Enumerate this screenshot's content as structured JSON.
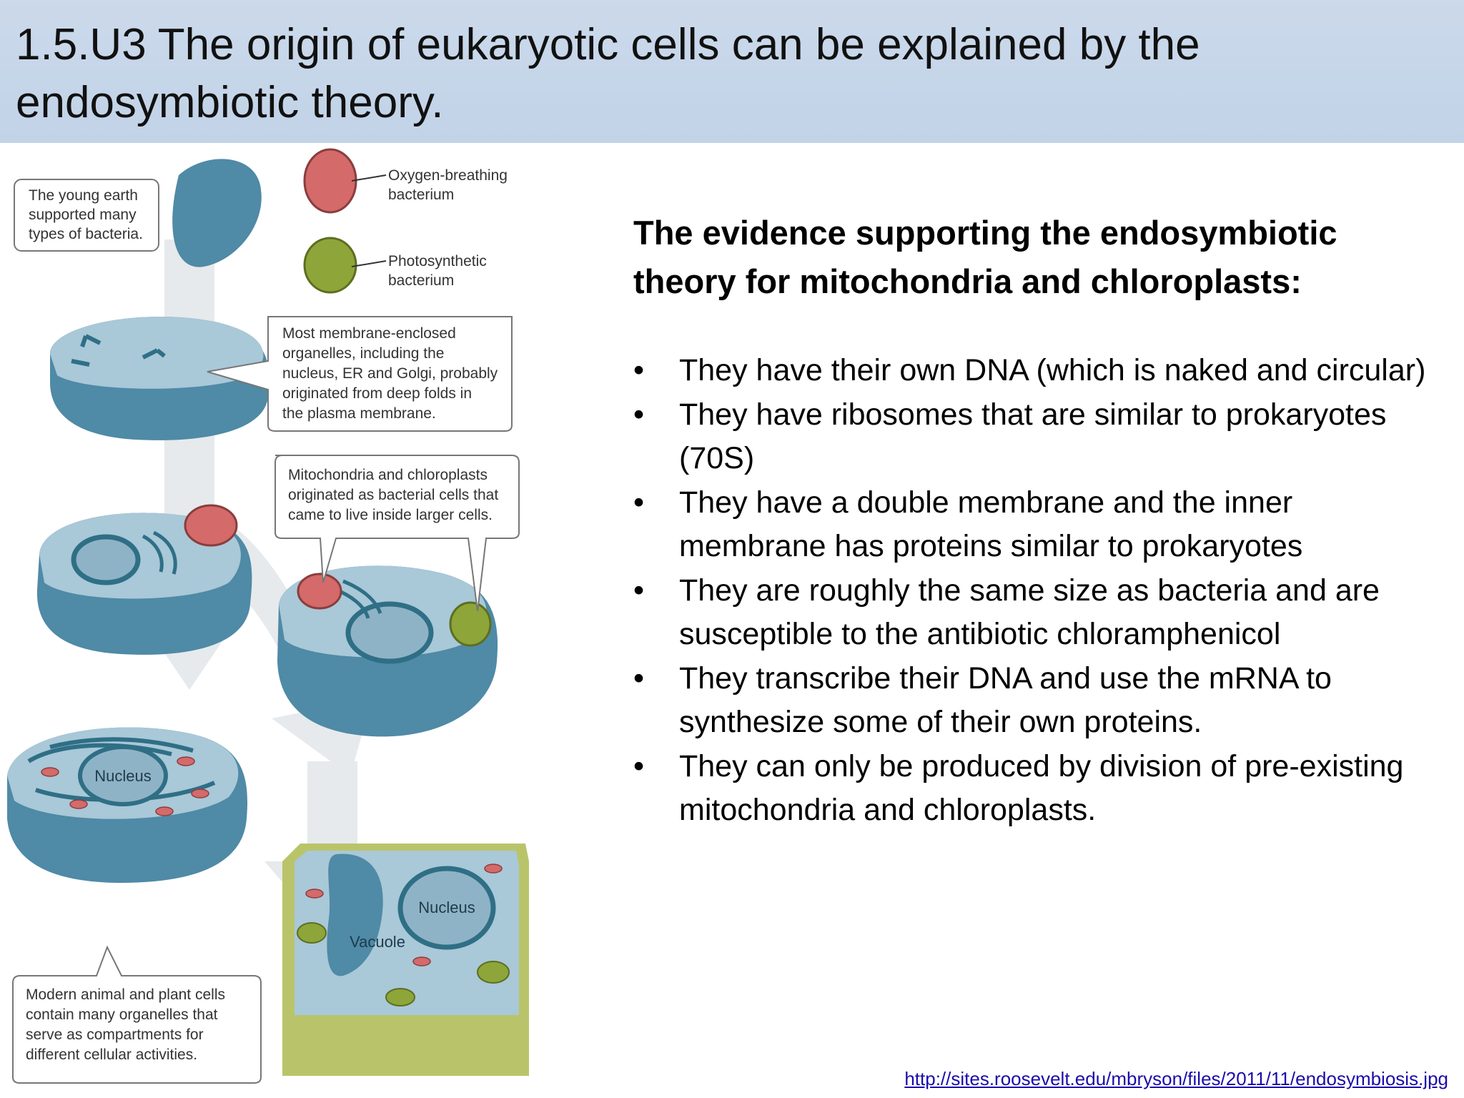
{
  "slide": {
    "title": "1.5.U3 The origin of eukaryotic cells can be explained by the endosymbiotic theory.",
    "evidence_heading": "The evidence supporting the endosymbiotic theory for mitochondria and chloroplasts:",
    "bullet_symbol": "•",
    "evidence": [
      "They have their own DNA (which is naked and circular)",
      "They have ribosomes that are similar to prokaryotes (70S)",
      "They have a double membrane and the inner membrane has proteins similar to prokaryotes",
      "They are roughly the same size as bacteria and are susceptible to the antibiotic chloramphenicol",
      "They transcribe their DNA and use the mRNA to synthesize some of their own proteins.",
      "They can only be produced by division of pre-existing mitochondria and chloroplasts."
    ],
    "source_url": "http://sites.roosevelt.edu/mbryson/files/2011/11/endosymbiosis.jpg"
  },
  "figure": {
    "callouts": {
      "young_earth": [
        "The young earth",
        "supported many",
        "types of bacteria."
      ],
      "oxygen_bacterium": [
        "Oxygen-breathing",
        "bacterium"
      ],
      "photo_bacterium": [
        "Photosynthetic",
        "bacterium"
      ],
      "membrane_organelles": [
        "Most membrane-enclosed",
        "organelles, including the",
        "nucleus, ER and Golgi, probably",
        "originated from deep folds in",
        "the plasma membrane."
      ],
      "mito_chloro": [
        "Mitochondria and chloroplasts",
        "originated as bacterial cells that",
        "came to live inside larger cells."
      ],
      "modern_cells": [
        "Modern animal and plant cells",
        "contain many organelles that",
        "serve as compartments for",
        "different cellular activities."
      ]
    },
    "labels": {
      "nucleus_animal": "Nucleus",
      "nucleus_plant": "Nucleus",
      "vacuole": "Vacuole"
    },
    "colors": {
      "cell_side": "#4f8aa6",
      "cell_top": "#a9c8d8",
      "organelle": "#2f6f86",
      "mitochondrion": "#d46a6a",
      "chloroplast": "#8ea53a",
      "plant_wall": "#b9c46a",
      "arrow": "#e6eaec"
    }
  }
}
